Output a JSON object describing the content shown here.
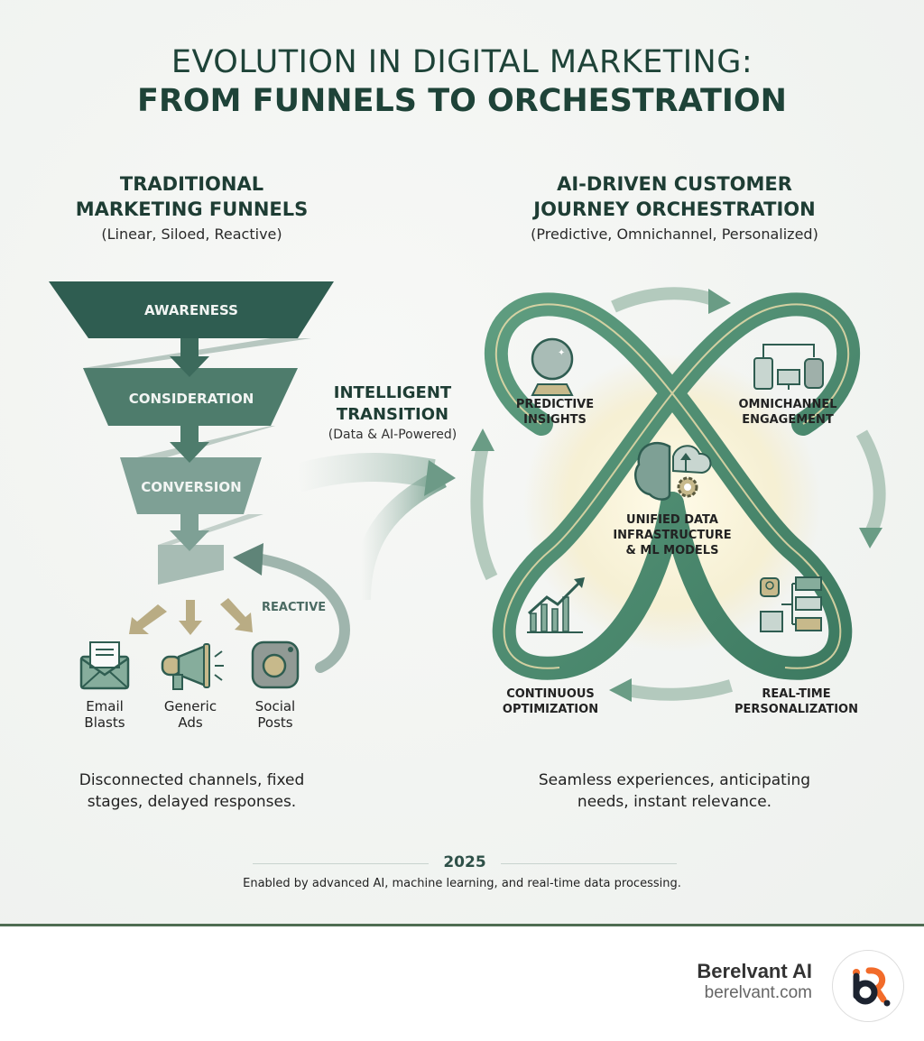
{
  "title": {
    "line1": "EVOLUTION IN DIGITAL MARKETING:",
    "line2": "FROM FUNNELS TO ORCHESTRATION"
  },
  "left": {
    "heading_line1": "TRADITIONAL",
    "heading_line2": "MARKETING FUNNELS",
    "subtitle": "(Linear, Siloed, Reactive)",
    "stages": [
      "AWARENESS",
      "CONSIDERATION",
      "CONVERSION"
    ],
    "reactive_label": "REACTIVE",
    "channels": [
      {
        "icon": "envelope-icon",
        "line1": "Email",
        "line2": "Blasts"
      },
      {
        "icon": "megaphone-icon",
        "line1": "Generic",
        "line2": "Ads"
      },
      {
        "icon": "camera-icon",
        "line1": "Social",
        "line2": "Posts"
      }
    ],
    "summary_line1": "Disconnected channels, fixed",
    "summary_line2": "stages, delayed responses."
  },
  "transition": {
    "line1": "INTELLIGENT",
    "line2": "TRANSITION",
    "subtitle": "(Data & AI-Powered)"
  },
  "right": {
    "heading_line1": "AI-DRIVEN CUSTOMER",
    "heading_line2": "JOURNEY ORCHESTRATION",
    "subtitle": "(Predictive, Omnichannel, Personalized)",
    "nodes": [
      {
        "icon": "crystal-ball-icon",
        "line1": "PREDICTIVE",
        "line2": "INSIGHTS"
      },
      {
        "icon": "devices-icon",
        "line1": "OMNICHANNEL",
        "line2": "ENGAGEMENT"
      },
      {
        "icon": "growth-chart-icon",
        "line1": "CONTINUOUS",
        "line2": "OPTIMIZATION"
      },
      {
        "icon": "personalization-icon",
        "line1": "REAL-TIME",
        "line2": "PERSONALIZATION"
      }
    ],
    "center": {
      "line1": "UNIFIED DATA",
      "line2": "INFRASTRUCTURE",
      "line3": "& ML MODELS"
    },
    "summary_line1": "Seamless experiences, anticipating",
    "summary_line2": "needs, instant relevance."
  },
  "footer": {
    "year": "2025",
    "caption": "Enabled by advanced AI, machine learning, and real-time data processing."
  },
  "brand": {
    "name": "Berelvant AI",
    "url": "berelvant.com"
  },
  "colors": {
    "dark_green": "#2f5d51",
    "accent_green": "#4e8f72",
    "gold": "#b8aa7c",
    "orange": "#f26b2a",
    "navy": "#1c2330"
  }
}
